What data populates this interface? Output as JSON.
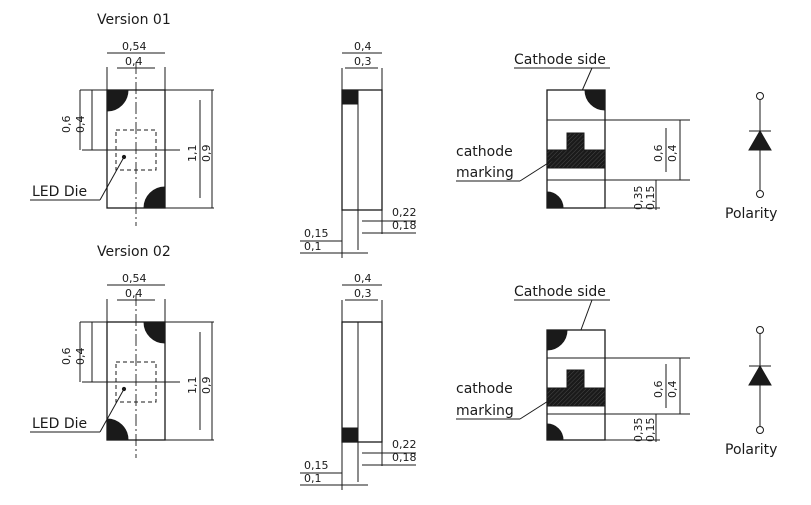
{
  "versions": [
    {
      "title": "Version 01",
      "top_dim_outer": "0,54",
      "top_dim_inner": "0,4",
      "left_dim_outer": "0,6",
      "left_dim_inner": "0,4",
      "right_dim_outer": "1,1",
      "right_dim_inner": "0,9",
      "led_label": "LED Die",
      "side_top_outer": "0,4",
      "side_top_inner": "0,3",
      "side_bottom_left_outer": "0,15",
      "side_bottom_left_inner": "0,1",
      "side_bottom_right_outer": "0,22",
      "side_bottom_right_inner": "0,18",
      "cathode_side": "Cathode side",
      "cathode_marking_1": "cathode",
      "cathode_marking_2": "marking",
      "marking_dim_outer": "0,6",
      "marking_dim_inner": "0,4",
      "marking_small_outer": "0,35",
      "marking_small_inner": "0,15",
      "polarity": "Polarity"
    },
    {
      "title": "Version 02",
      "top_dim_outer": "0,54",
      "top_dim_inner": "0,4",
      "left_dim_outer": "0,6",
      "left_dim_inner": "0,4",
      "right_dim_outer": "1,1",
      "right_dim_inner": "0,9",
      "led_label": "LED Die",
      "side_top_outer": "0,4",
      "side_top_inner": "0,3",
      "side_bottom_left_outer": "0,15",
      "side_bottom_left_inner": "0,1",
      "side_bottom_right_outer": "0,22",
      "side_bottom_right_inner": "0,18",
      "cathode_side": "Cathode side",
      "cathode_marking_1": "cathode",
      "cathode_marking_2": "marking",
      "marking_dim_outer": "0,6",
      "marking_dim_inner": "0,4",
      "marking_small_outer": "0,35",
      "marking_small_inner": "0,15",
      "polarity": "Polarity"
    }
  ]
}
